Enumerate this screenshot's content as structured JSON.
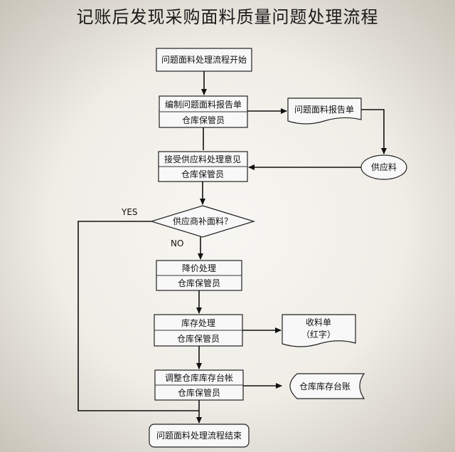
{
  "title": "记账后发现采购面料质量问题处理流程",
  "nodes": {
    "start": "问题面料处理流程开始",
    "report": "编制问题面料报告单",
    "report_role": "仓库保管员",
    "report_doc": "问题面料报告单",
    "supplier": "供应料",
    "accept": "接受供应料处理意见",
    "accept_role": "仓库保管员",
    "decision": "供应商补面料？",
    "yes": "YES",
    "no": "NO",
    "discount": "降价处理",
    "discount_role": "仓库保管员",
    "stock": "库存处理",
    "stock_role": "仓库保管员",
    "receipt_doc_line1": "收料单",
    "receipt_doc_line2": "（红字）",
    "adjust": "调整仓库库存台帐",
    "adjust_role": "仓库保管员",
    "ledger": "仓库库存台账",
    "end": "问题面料处理流程结束"
  }
}
